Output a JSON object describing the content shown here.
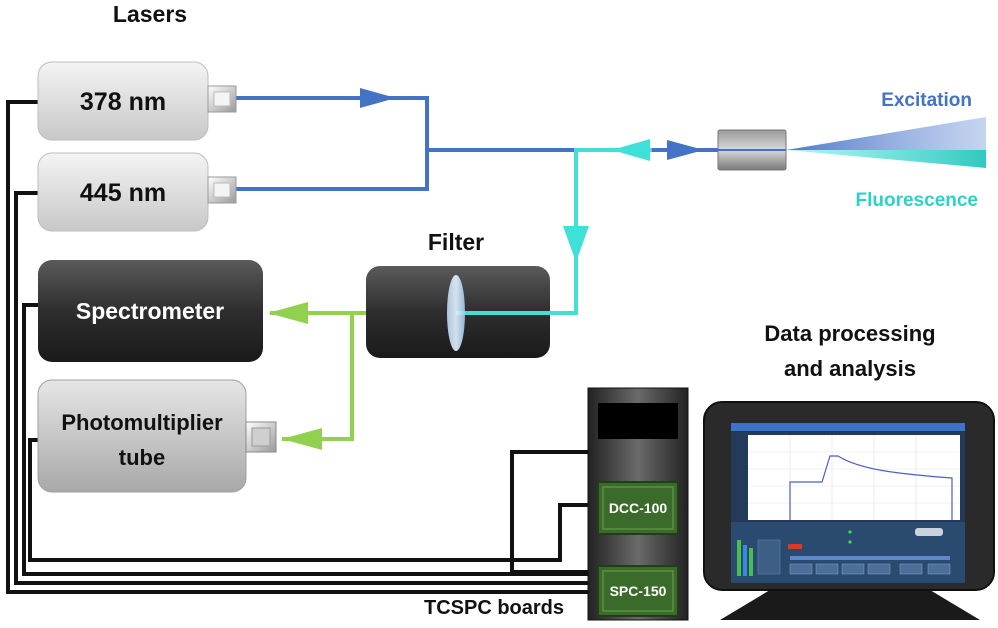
{
  "title": "Lasers",
  "lasers": [
    {
      "label": "378 nm"
    },
    {
      "label": "445 nm"
    }
  ],
  "detectors": {
    "spectrometer": "Spectrometer",
    "pmt_line1": "Photomultiplier",
    "pmt_line2": "tube"
  },
  "filter_label": "Filter",
  "beam_labels": {
    "excitation": "Excitation",
    "fluorescence": "Fluorescence"
  },
  "boards": {
    "dcc": "DCC-100",
    "spc": "SPC-150",
    "caption": "TCSPC boards"
  },
  "analysis": {
    "line1": "Data processing",
    "line2": "and analysis"
  },
  "colors": {
    "excitation": "#4472c4",
    "fluorescence": "#3fe0d8",
    "filtered": "#92d050",
    "board_green": "#3a6b2a",
    "excitation_text": "#4472c4",
    "fluorescence_text": "#2ed1c8"
  }
}
